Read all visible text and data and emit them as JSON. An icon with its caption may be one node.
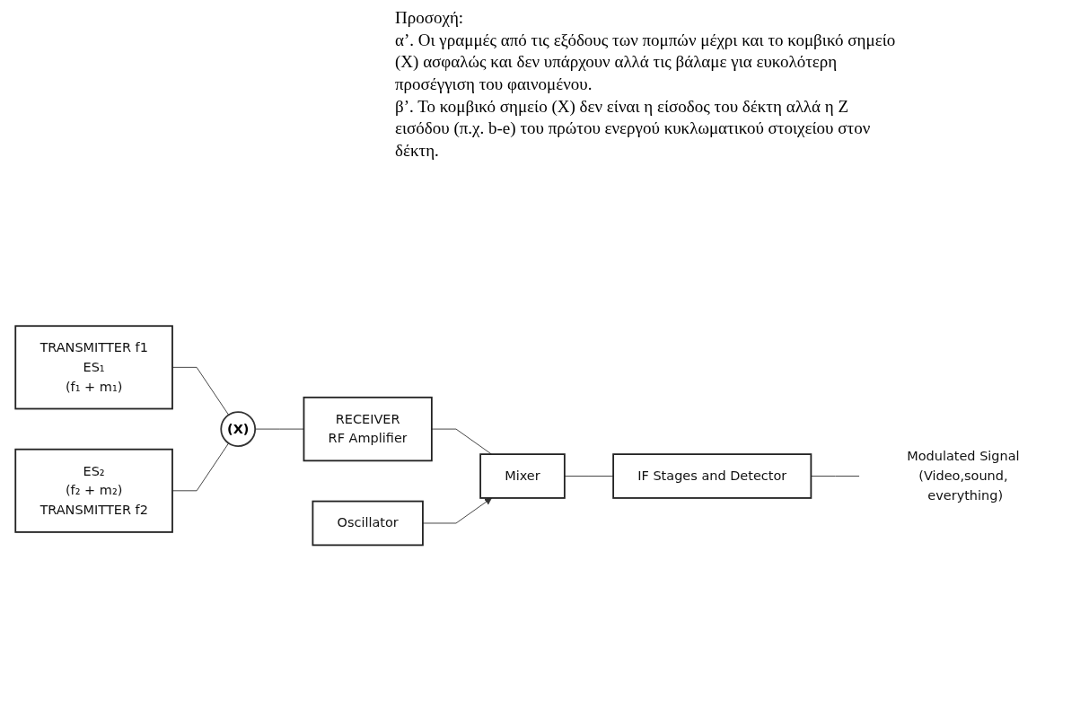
{
  "diagram": {
    "nodes": [
      {
        "text": [
          "TRANSMITTER f1",
          "ES₁",
          "(f₁ + m₁)"
        ]
      },
      {
        "text": [
          "(X)"
        ]
      },
      {
        "text": [
          "RECEIVER",
          "RF Amplifier"
        ]
      },
      {
        "text": [
          "Mixer"
        ]
      },
      {
        "text": [
          "IF Stages and Detector"
        ]
      },
      {
        "text": [
          "Modulated Signal (Video,sound, everything)"
        ]
      },
      {
        "text": [
          "ES₂",
          "(f₂ + m₂)",
          "TRANSMITTER f2"
        ]
      },
      {
        "text": [
          "Oscillator"
        ]
      }
    ],
    "edges": [
      {
        "from": 0,
        "to": 1,
        "arrow": "none"
      },
      {
        "from": 6,
        "to": 1,
        "arrow": "none"
      },
      {
        "from": 1,
        "to": 2,
        "arrow": "none"
      },
      {
        "from": 2,
        "to": 3,
        "arrow": "none"
      },
      {
        "from": 3,
        "to": 4,
        "arrow": "none"
      },
      {
        "from": 4,
        "to": 5,
        "arrow": "none"
      },
      {
        "from": 7,
        "to": 3,
        "arrow": "to"
      }
    ],
    "labels": [
      "Προσοχή:",
      "α’. Οι γραμμές από τις εξόδους των πομπών μέχρι και το κομβικό σημείο (X) ασφαλώς και δεν υπάρχουν αλλά τις βάλαμε για ευκολότερη προσέγγιση του φαινομένου.",
      "β’. Το κομβικό σημείο (X) δεν είναι η είσοδος του δέκτη αλλά η Z εισόδου (π.χ. b-e) του πρώτου ενεργού κυκλωματικού στοιχείου στον δέκτη."
    ]
  }
}
